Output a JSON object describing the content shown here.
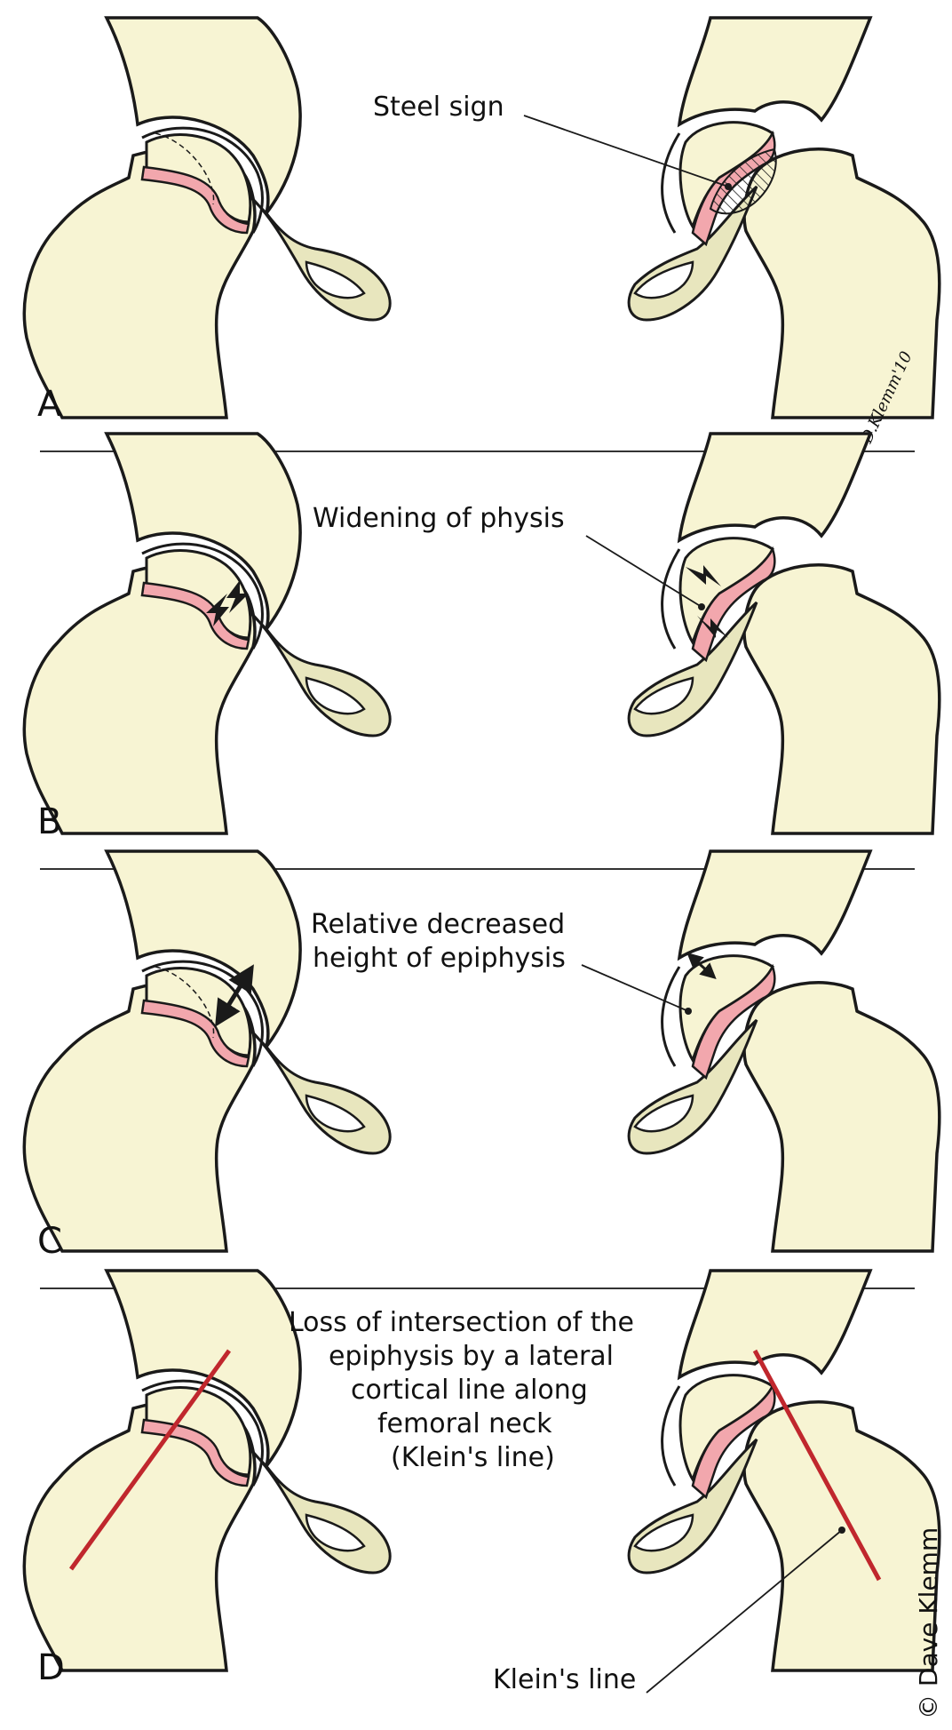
{
  "figure": {
    "colors": {
      "bone": "#F7F4D3",
      "bone_shadow": "#E8E6BE",
      "physis": "#F2A7AD",
      "klein_line": "#C0272D",
      "outline": "#1A1A1A",
      "divider": "#333333"
    },
    "signature": "D.Klemm'10",
    "copyright": "© Dave Klemm",
    "panels": [
      {
        "letter": "A",
        "label_lines": [
          "Steel sign"
        ]
      },
      {
        "letter": "B",
        "label_lines": [
          "Widening of physis"
        ]
      },
      {
        "letter": "C",
        "label_lines": [
          "Relative decreased",
          "height of epiphysis"
        ]
      },
      {
        "letter": "D",
        "label_lines": [
          "Loss of intersection of the",
          "epiphysis by a lateral",
          "cortical line along",
          "femoral neck",
          "(Klein's line)"
        ],
        "secondary_label": "Klein's line"
      }
    ]
  }
}
